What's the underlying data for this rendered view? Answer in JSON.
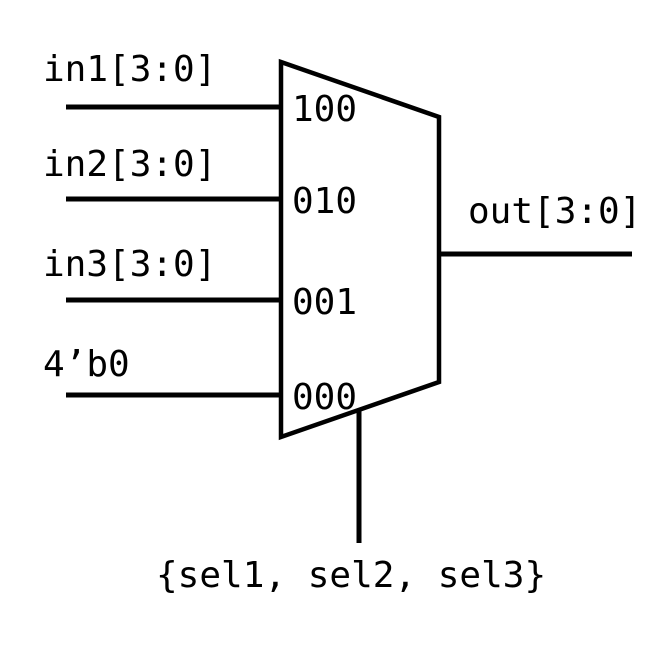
{
  "mux": {
    "inputs": [
      {
        "label": "in1[3:0]",
        "code": "100"
      },
      {
        "label": "in2[3:0]",
        "code": "010"
      },
      {
        "label": "in3[3:0]",
        "code": "001"
      },
      {
        "label": "4’b0",
        "code": "000"
      }
    ],
    "output_label": "out[3:0]",
    "select_label": "{sel1, sel2, sel3}",
    "colors": {
      "line": "#000000",
      "text": "#000000",
      "background": "#ffffff"
    }
  }
}
